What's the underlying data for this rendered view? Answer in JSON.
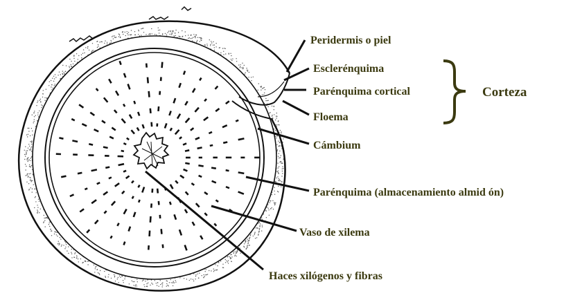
{
  "labels": {
    "peridermis": "Peridermis o piel",
    "esclerenquima": "Esclerénquima",
    "parenquima_cortical": "Parénquima cortical",
    "floema": "Floema",
    "cambium": "Cámbium",
    "parenquima_almidon": "Parénquima (almacenamiento almid ón)",
    "vaso_xilema": "Vaso de xilema",
    "haces": "Haces xilógenos y fibras",
    "corteza": "Corteza"
  },
  "colors": {
    "label_text": "#3b3a10",
    "ink": "#111111",
    "stipple": "#555555"
  }
}
